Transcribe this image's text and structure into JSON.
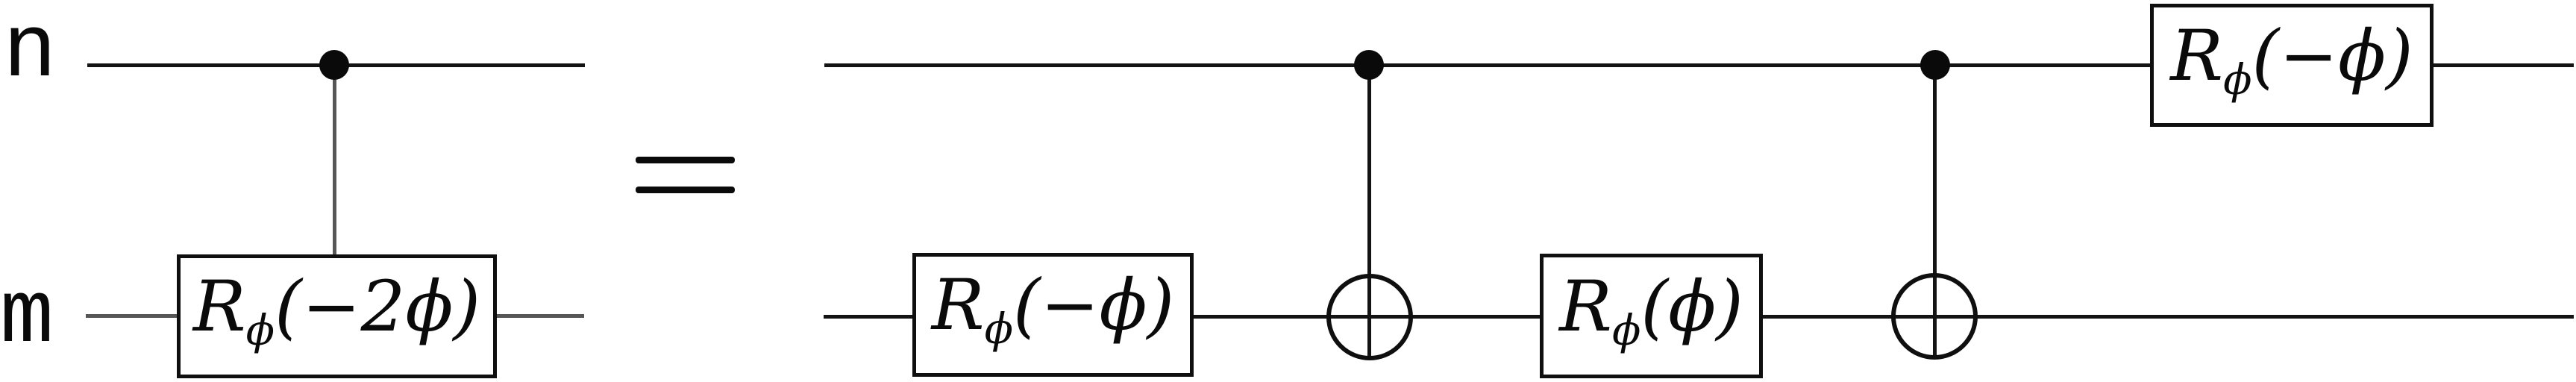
{
  "labels": {
    "top_wire": "n",
    "bottom_wire": "m"
  },
  "equals_symbol": "=",
  "gates": {
    "left_ctrl_phase": {
      "base": "R",
      "sub": "ϕ",
      "arg": "(−2ϕ)"
    },
    "right_phase_neg_bottom": {
      "base": "R",
      "sub": "ϕ",
      "arg": "(−ϕ)"
    },
    "right_phase_pos_bottom": {
      "base": "R",
      "sub": "ϕ",
      "arg": "(ϕ)"
    },
    "right_phase_neg_top": {
      "base": "R",
      "sub": "ϕ",
      "arg": "(−ϕ)"
    }
  },
  "icons": {
    "control_dot": "filled-circle control",
    "cnot_target": "circle-plus target"
  },
  "colors": {
    "ink": "#0f0f0f",
    "dim_wire": "#565656",
    "background": "#ffffff"
  }
}
